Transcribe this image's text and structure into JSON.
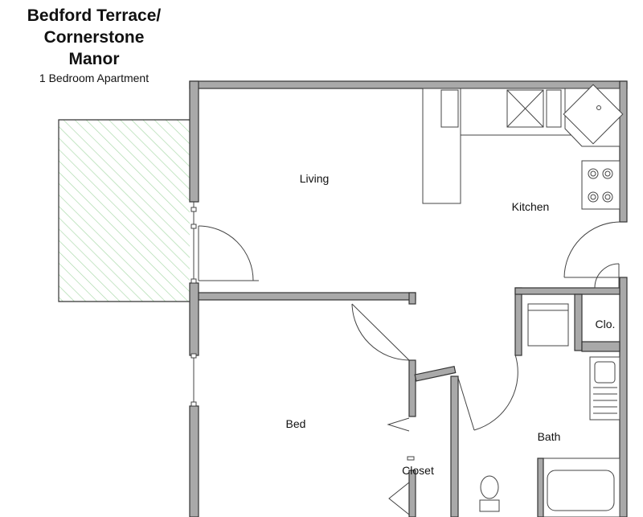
{
  "title": {
    "line1": "Bedford Terrace/",
    "line2": "Cornerstone",
    "line3": "Manor",
    "subtitle": "1 Bedroom Apartment"
  },
  "rooms": {
    "living": "Living",
    "kitchen": "Kitchen",
    "bed": "Bed",
    "bath": "Bath",
    "closet": "Closet",
    "clo": "Clo."
  },
  "colors": {
    "wall_fill": "#a9a9a9",
    "wall_stroke": "#333333",
    "patio_hatch": "#a8d8a8",
    "patio_border": "#333333"
  }
}
